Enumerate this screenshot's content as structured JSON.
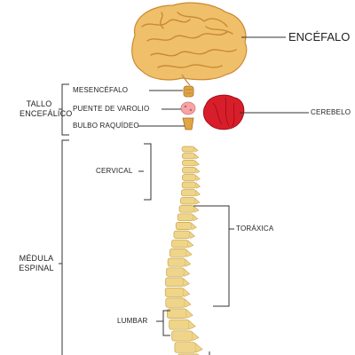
{
  "labels": {
    "encephalon": "ENCÉFALO",
    "brainstem_line1": "TALLO",
    "brainstem_line2": "ENCEFÁLICO",
    "mesencephalon": "MESENCÉFALO",
    "pons": "PUENTE DE VAROLIO",
    "medulla_oblongata": "BULBO RAQUÍDEO",
    "cerebellum": "CEREBELO",
    "cervical": "CERVICAL",
    "thoracic": "TORÁXICA",
    "spinal_cord_line1": "MÉDULA",
    "spinal_cord_line2": "ESPINAL",
    "lumbar": "LUMBAR"
  },
  "colors": {
    "brain": "#f0bf6a",
    "brain_fold": "#c98a34",
    "cerebellum": "#d81e2a",
    "pons": "#f4a5a5",
    "vertebra": "#efd58a",
    "vertebra_edge": "#c9a54e",
    "lines": "#333333"
  },
  "icons": [
    "brain-illustration",
    "cerebellum-illustration",
    "spine-illustration"
  ]
}
